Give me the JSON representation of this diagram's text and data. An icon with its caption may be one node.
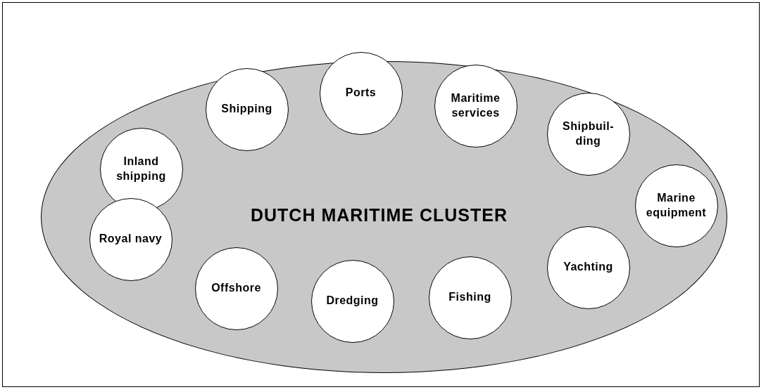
{
  "diagram": {
    "nodes": [
      {
        "text": [
          "DUTCH MARITIME CLUSTER"
        ]
      },
      {
        "text": [
          "Ports"
        ],
        "in": 0
      },
      {
        "text": [
          "Shipping"
        ],
        "in": 0
      },
      {
        "text": [
          "Maritime services"
        ],
        "in": 0
      },
      {
        "text": [
          "Shipbuil- ding"
        ],
        "in": 0
      },
      {
        "text": [
          "Inland shipping"
        ],
        "in": 0
      },
      {
        "text": [
          "Marine equipment"
        ],
        "in": 0
      },
      {
        "text": [
          "Royal navy"
        ],
        "in": 0
      },
      {
        "text": [
          "Yachting"
        ],
        "in": 0
      },
      {
        "text": [
          "Offshore"
        ],
        "in": 0
      },
      {
        "text": [
          "Fishing"
        ],
        "in": 0
      },
      {
        "text": [
          "Dredging"
        ],
        "in": 0
      }
    ],
    "edges": []
  }
}
